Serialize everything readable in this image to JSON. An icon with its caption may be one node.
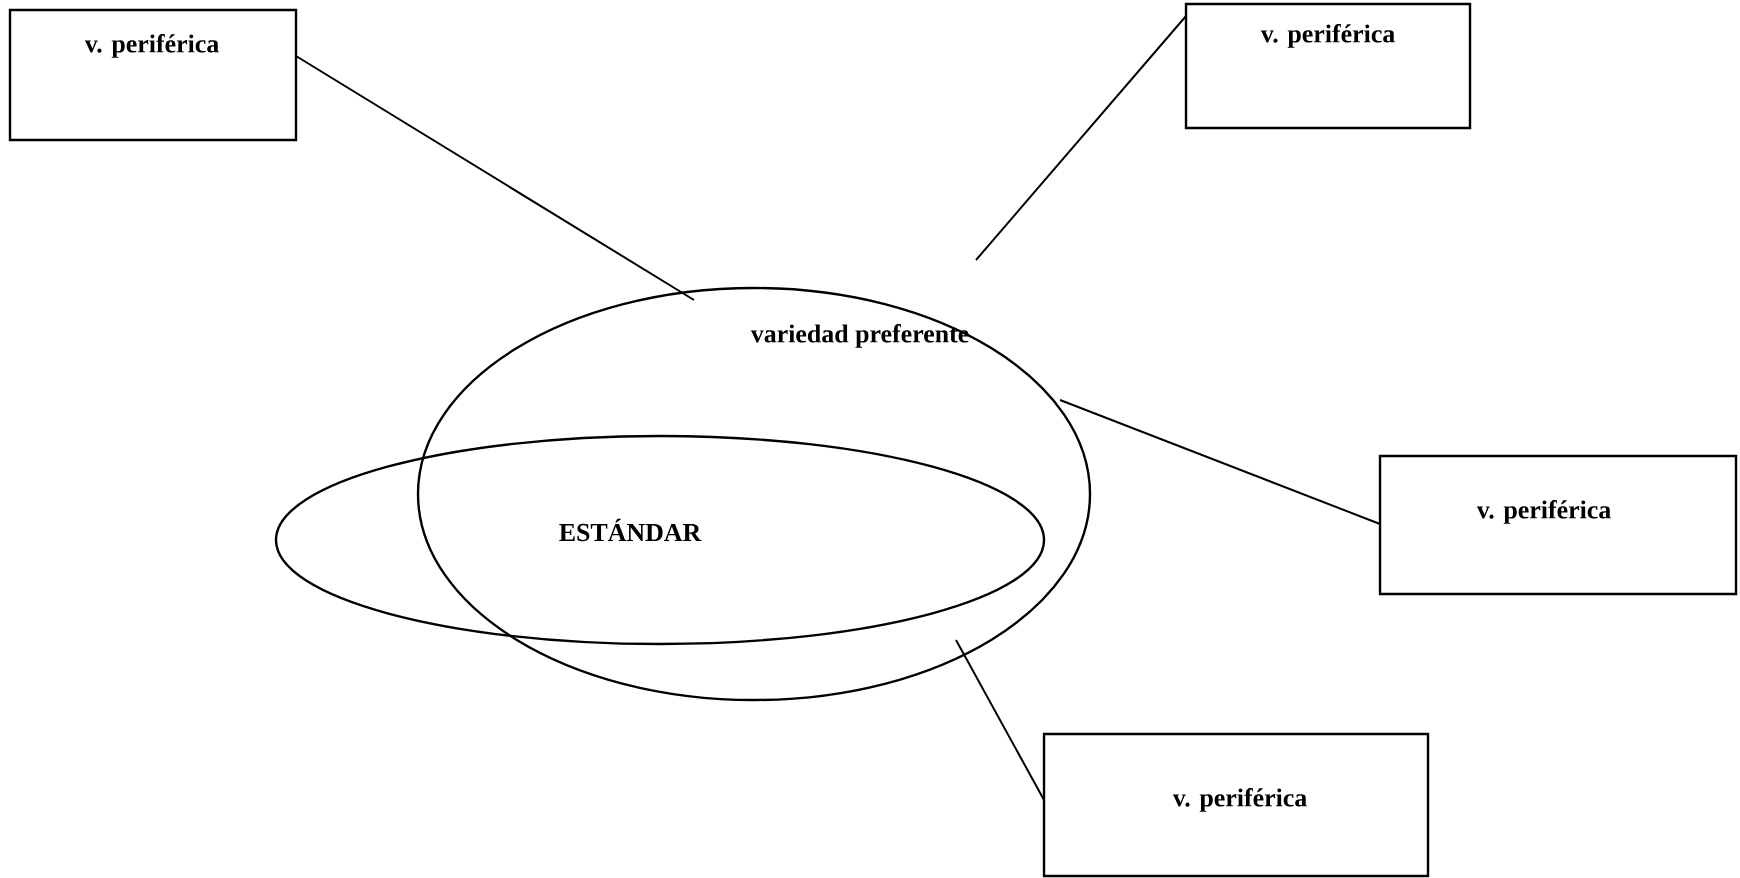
{
  "diagram": {
    "nodes": [
      {
        "text": [
          "v. periférica"
        ]
      },
      {
        "text": [
          "v. periférica"
        ]
      },
      {
        "text": [
          "variedad preferente"
        ]
      },
      {
        "text": [
          "ESTÁNDAR"
        ]
      },
      {
        "text": [
          "v. periférica"
        ]
      },
      {
        "text": [
          "v. periférica"
        ]
      }
    ],
    "edges": [
      {
        "from": 0,
        "to": 2,
        "arrow": "none"
      },
      {
        "from": 1,
        "to": 2,
        "arrow": "none"
      },
      {
        "from": 4,
        "to": 2,
        "arrow": "none"
      },
      {
        "from": 5,
        "to": 2,
        "arrow": "none"
      }
    ]
  }
}
